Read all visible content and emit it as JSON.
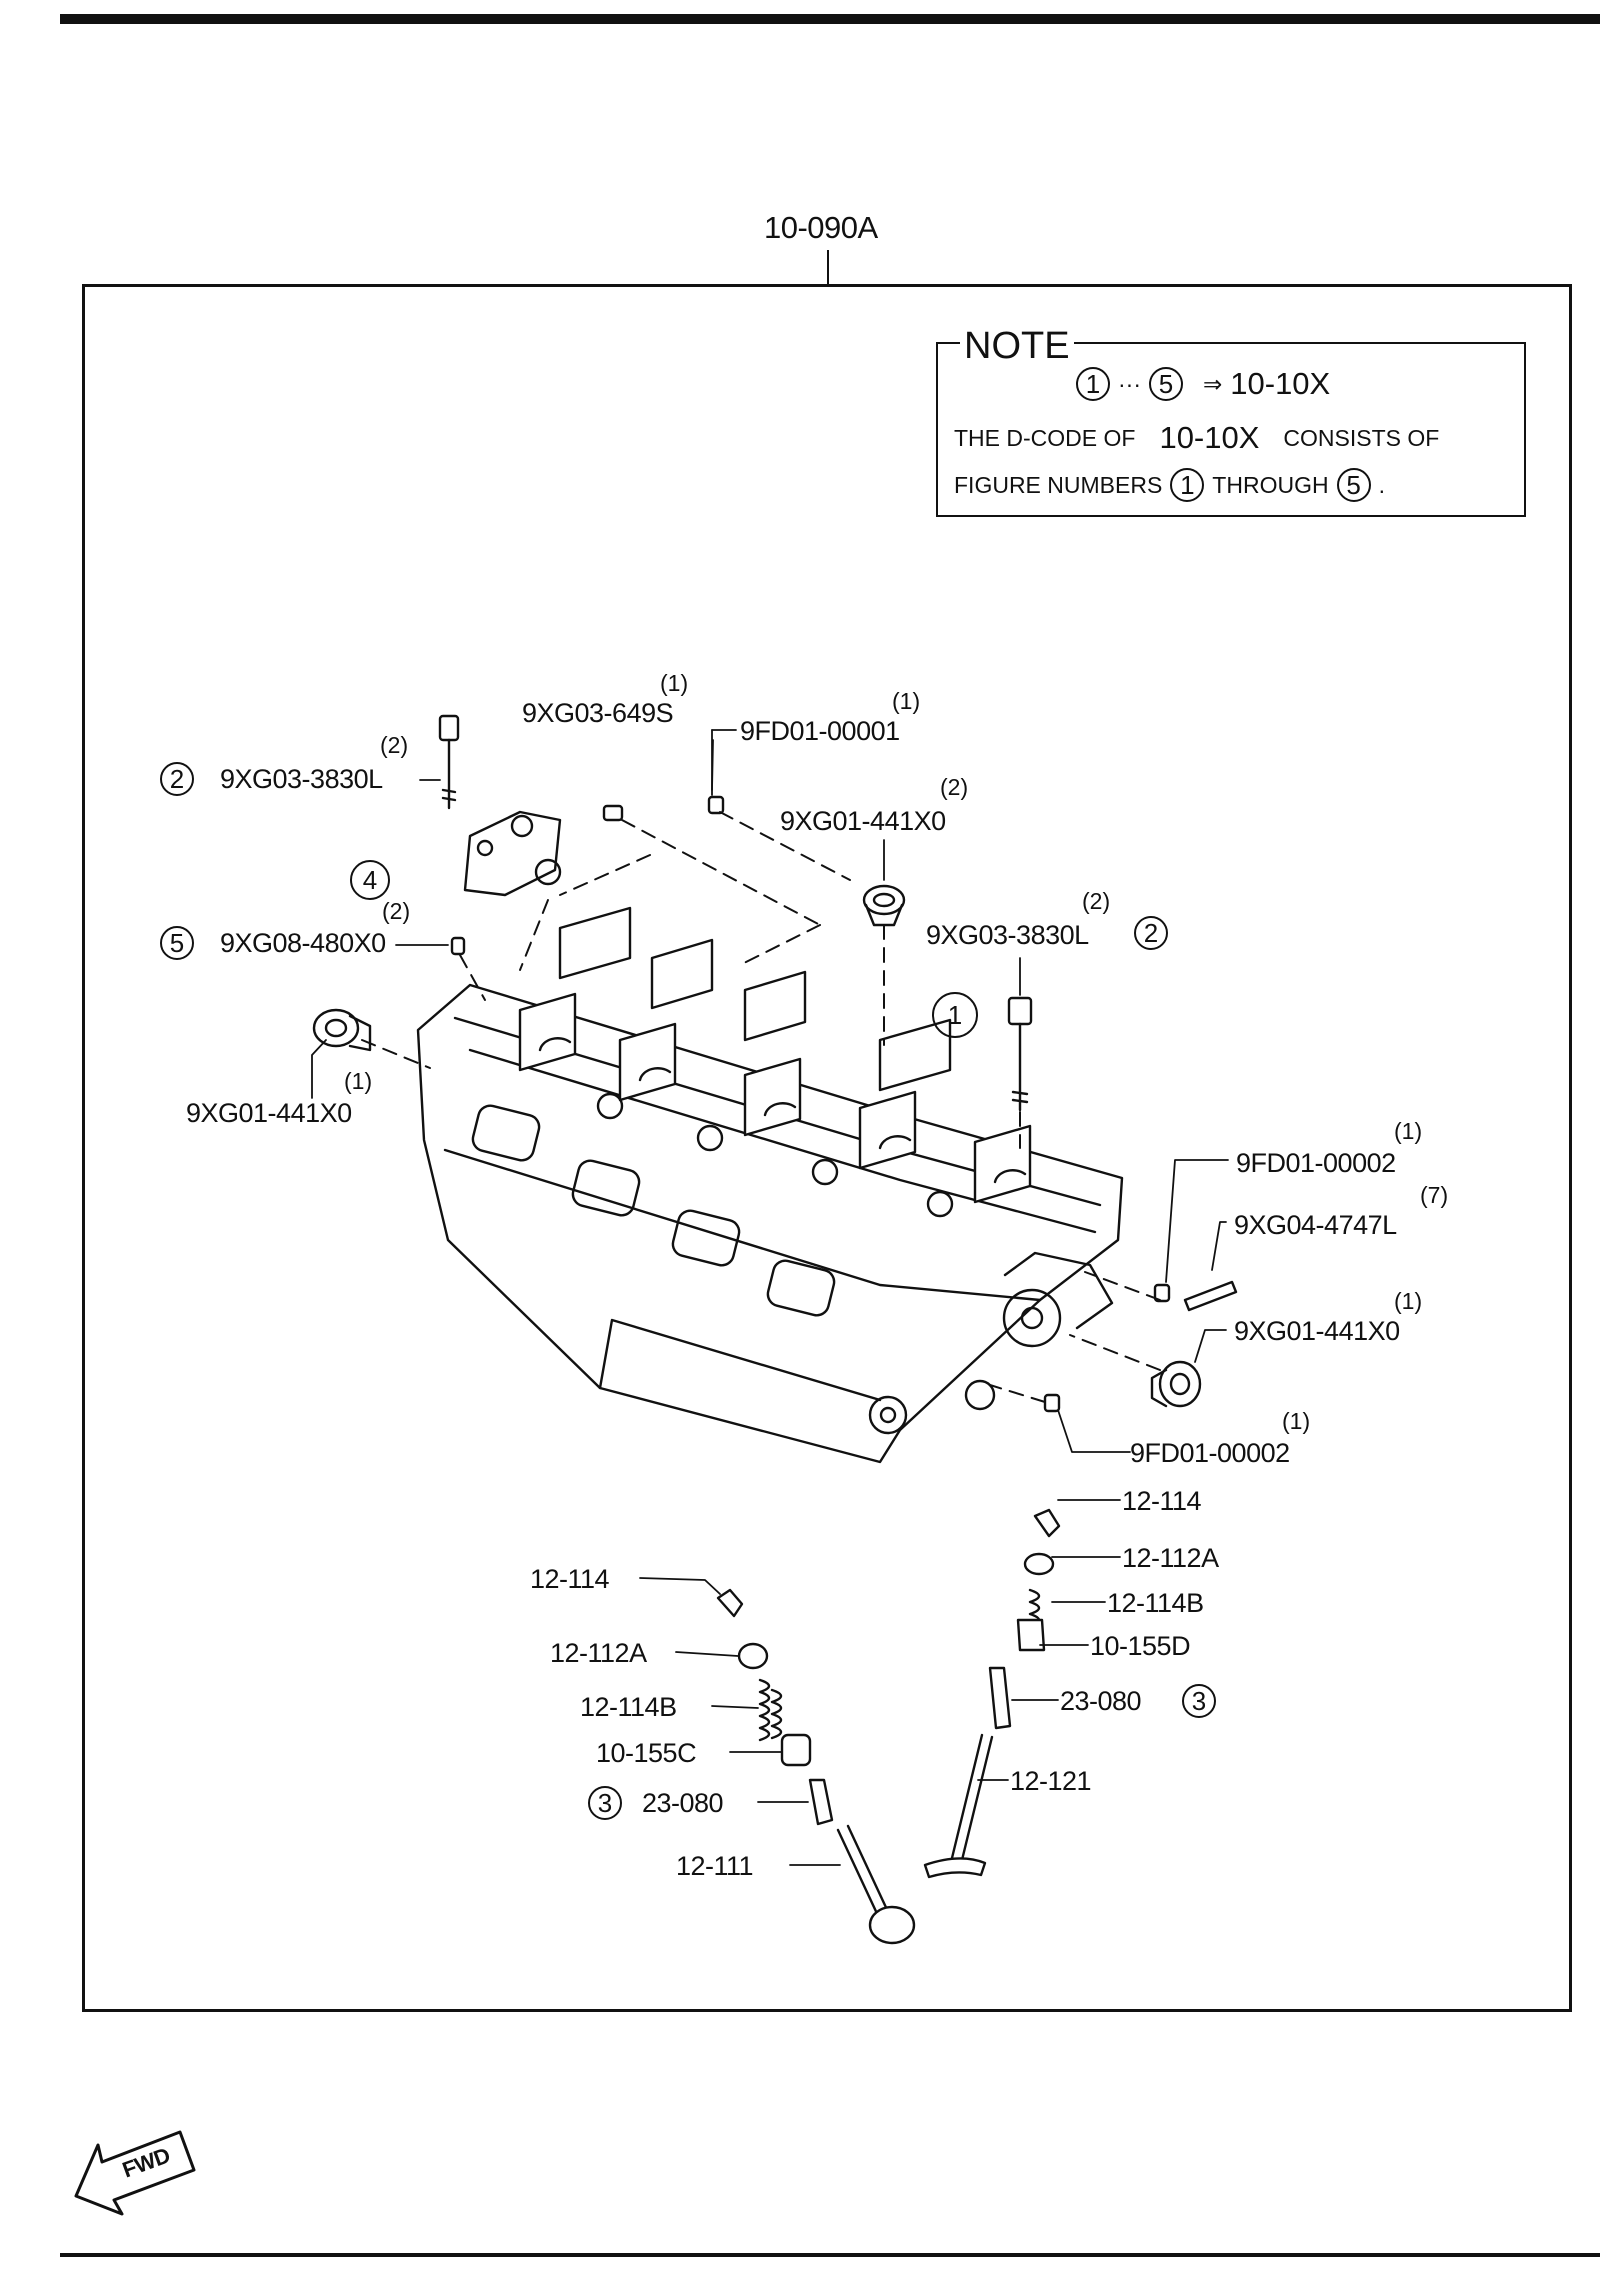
{
  "title_code": "10-090A",
  "note": {
    "title": "NOTE",
    "range_start": "1",
    "range_dots": "···",
    "range_end": "5",
    "arrow": "⇒",
    "range_target": "10-10X",
    "line2_a": "THE D-CODE OF",
    "line2_code": "10-10X",
    "line2_b": "CONSISTS OF",
    "line3_a": "FIGURE NUMBERS",
    "line3_n1": "1",
    "line3_b": "THROUGH",
    "line3_n2": "5",
    "line3_end": "."
  },
  "fwd_label": "FWD",
  "callouts": {
    "c1": {
      "code": "9XG03-3830L",
      "qty": "(2)",
      "ref": "2"
    },
    "c2": {
      "code": "9XG03-649S",
      "qty": "(1)"
    },
    "c3": {
      "code": "9FD01-00001",
      "qty": "(1)"
    },
    "c4": {
      "code": "9XG01-441X0",
      "qty": "(2)"
    },
    "c5": {
      "ref": "4"
    },
    "c6": {
      "code": "9XG08-480X0",
      "qty": "(2)",
      "ref": "5"
    },
    "c7": {
      "code": "9XG03-3830L",
      "qty": "(2)",
      "ref": "2"
    },
    "c8": {
      "ref": "1"
    },
    "c9": {
      "code": "9XG01-441X0",
      "qty": "(1)"
    },
    "c10": {
      "code": "9FD01-00002",
      "qty": "(1)"
    },
    "c11": {
      "code": "9XG04-4747L",
      "qty": "(7)"
    },
    "c12": {
      "code": "9XG01-441X0",
      "qty": "(1)"
    },
    "c13": {
      "code": "9FD01-00002",
      "qty": "(1)"
    },
    "r1": "12-114",
    "r2": "12-112A",
    "r3": "12-114B",
    "r4": "10-155D",
    "r5": {
      "code": "23-080",
      "ref": "3"
    },
    "r6": "12-121",
    "l1": "12-114",
    "l2": "12-112A",
    "l3": "12-114B",
    "l4": "10-155C",
    "l5": {
      "code": "23-080",
      "ref": "3"
    },
    "l6": "12-111"
  }
}
